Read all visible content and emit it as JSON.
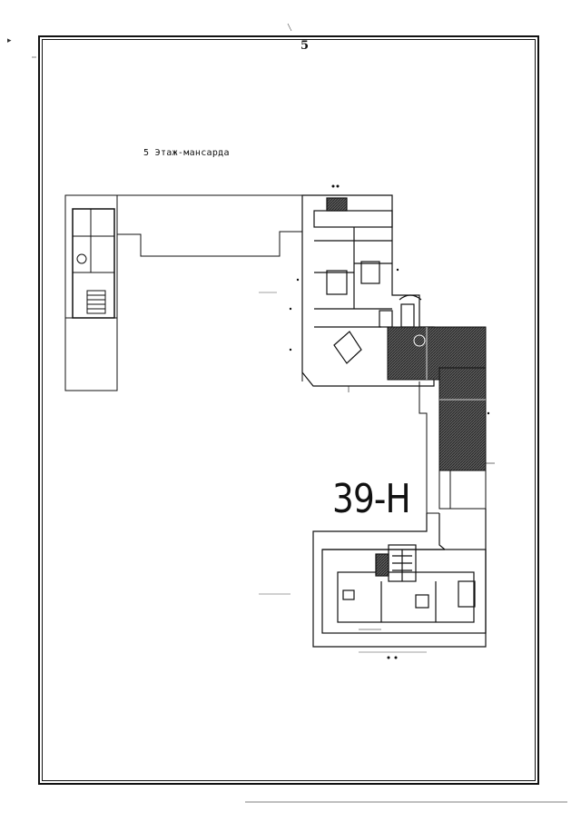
{
  "page": {
    "number": "5",
    "floor_title": "5 Этаж-мансарда",
    "unit_label": "39-Н"
  },
  "colors": {
    "ink": "#111111",
    "hatch": "#3a3a3a",
    "paper": "#ffffff"
  }
}
